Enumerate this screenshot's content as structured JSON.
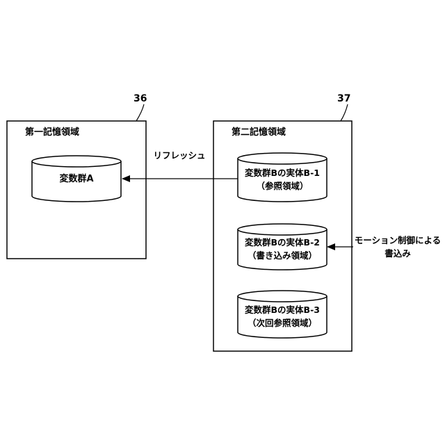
{
  "memory1": {
    "ref": "36",
    "title": "第一記憶領域",
    "cylinder_label": "変数群A"
  },
  "memory2": {
    "ref": "37",
    "title": "第二記憶領域",
    "cylinders": [
      {
        "line1": "変数群Bの実体B-1",
        "line2": "（参照領域）"
      },
      {
        "line1": "変数群Bの実体B-2",
        "line2": "（書き込み領域）"
      },
      {
        "line1": "変数群Bの実体B-3",
        "line2": "（次回参照領域）"
      }
    ]
  },
  "refresh_label": "リフレッシュ",
  "motion_write": {
    "line1": "モーション制御による",
    "line2": "書込み"
  }
}
